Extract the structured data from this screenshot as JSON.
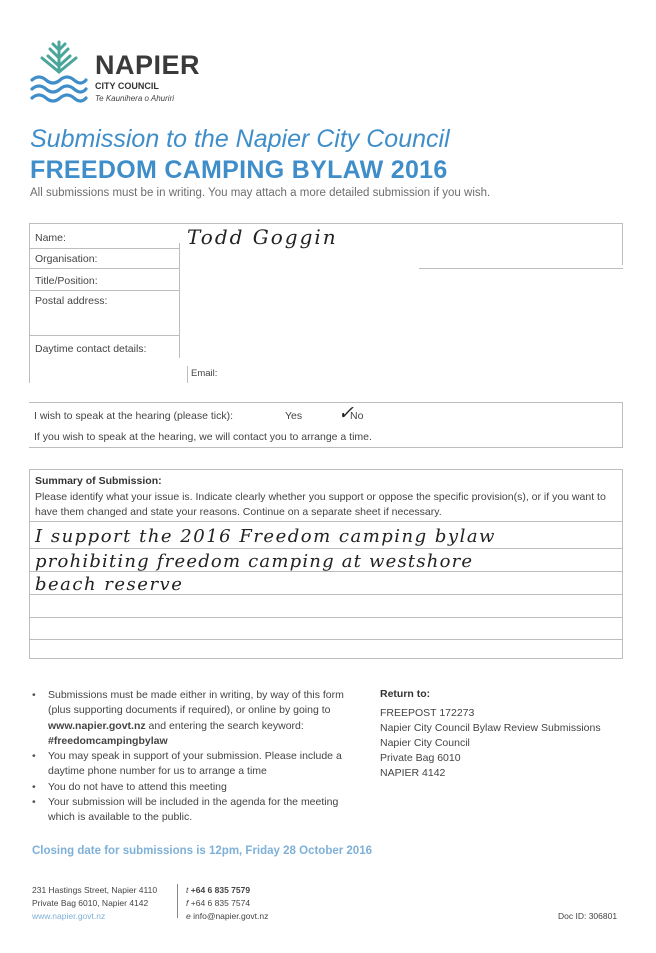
{
  "logo": {
    "name": "NAPIER",
    "subtitle": "CITY COUNCIL",
    "tagline": "Te Kaunihera o Ahuriri"
  },
  "title": {
    "line1": "Submission to the Napier City Council",
    "line2": "FREEDOM CAMPING BYLAW 2016",
    "intro": "All submissions must be in writing.  You may attach a more detailed submission if you wish."
  },
  "form": {
    "name_label": "Name:",
    "name_value": "Todd Goggin",
    "organisation_label": "Organisation:",
    "title_position_label": "Title/Position:",
    "postal_label": "Postal address:",
    "daytime_label": "Daytime contact details:",
    "email_label": "Email:"
  },
  "hearing": {
    "question": "I wish to speak at the hearing (please tick):",
    "yes_label": "Yes",
    "no_label": "No",
    "tick_mark": "✓",
    "note": "If you wish to speak at the hearing, we will contact you to arrange a time."
  },
  "summary": {
    "heading": "Summary of Submission:",
    "instructions": "Please identify what your issue is. Indicate clearly whether you support or oppose the specific provision(s), or if you want to have them changed and state your reasons. Continue on a separate sheet if necessary.",
    "handwritten": [
      "I support the 2016 Freedom camping bylaw",
      "prohibiting freedom camping at westshore",
      "beach reserve"
    ]
  },
  "info": {
    "bullet1_pre": "Submissions must be made either in writing, by way of this form (plus supporting documents if required), or online by going to ",
    "bullet1_link": "www.napier.govt.nz",
    "bullet1_mid": " and entering the search keyword: ",
    "bullet1_keyword": "#freedomcampingbylaw",
    "bullet2": "You may speak in support of your submission. Please include a daytime phone number for us to arrange a time",
    "bullet3": "You do not have to attend this meeting",
    "bullet4": "Your submission will be included in the agenda for the meeting which is available to the public."
  },
  "return_to": {
    "heading": "Return to:",
    "lines": [
      "FREEPOST 172273",
      "Napier City Council Bylaw Review Submissions",
      "Napier City Council",
      "Private Bag 6010",
      "NAPIER 4142"
    ]
  },
  "closing": "Closing date for submissions is 12pm, Friday 28 October 2016",
  "footer": {
    "address1": "231 Hastings Street, Napier 4110",
    "address2": "Private Bag 6010, Napier 4142",
    "website": "www.napier.govt.nz",
    "phone_prefix": "t",
    "phone": "+64 6 835 7579",
    "fax_prefix": "f",
    "fax": "+64 6 835 7574",
    "email_prefix": "e",
    "email": "info@napier.govt.nz",
    "doc_id": "Doc ID: 306801"
  },
  "colors": {
    "brand_blue": "#3f8ec9",
    "brand_green": "#2e9a8a",
    "closing_blue": "#7fb0d8"
  }
}
